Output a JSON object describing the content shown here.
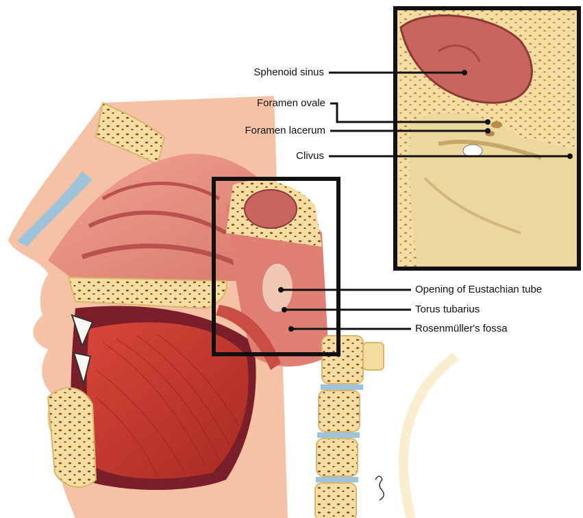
{
  "labels": {
    "sphenoid_sinus": "Sphenoid sinus",
    "foramen_ovale": "Foramen ovale",
    "foramen_lacerum": "Foramen lacerum",
    "clivus": "Clivus",
    "eustachian_opening": "Opening of Eustachian tube",
    "torus_tubarius": "Torus tubarius",
    "rosenmuller_fossa": "Rosenmüller's fossa"
  },
  "colors": {
    "bone": "#f3dda0",
    "bone_dark": "#d9b66a",
    "soft_tissue": "#e98e7f",
    "muscle": "#c8392e",
    "skin": "#f6c2a6",
    "mucosa": "#d46a63",
    "leader_line": "#111111",
    "frame": "#111111"
  }
}
